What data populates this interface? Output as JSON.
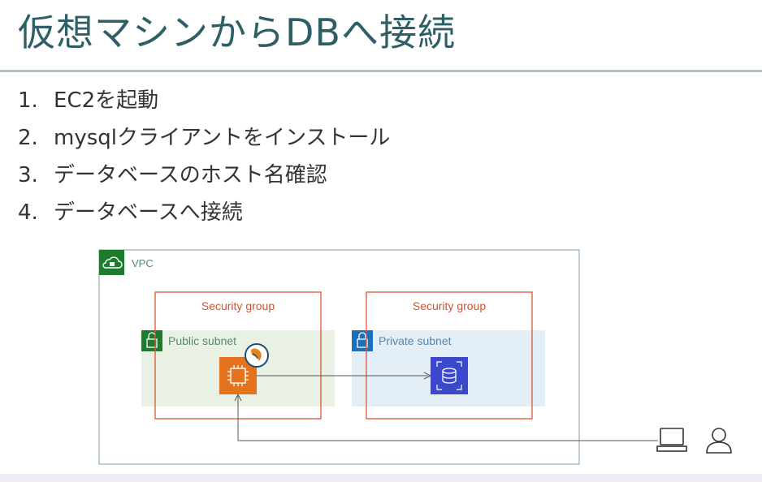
{
  "slide": {
    "title": "仮想マシンからDBへ接続",
    "steps": [
      {
        "num": "1.",
        "text": "EC2を起動"
      },
      {
        "num": "2.",
        "text": "mysqlクライアントをインストール"
      },
      {
        "num": "3.",
        "text": "データベースのホスト名確認"
      },
      {
        "num": "4.",
        "text": "データベースへ接続"
      }
    ]
  },
  "diagram": {
    "vpc_label": "VPC",
    "left_sg_label": "Security group",
    "right_sg_label": "Security group",
    "public_subnet_label": "Public subnet",
    "private_subnet_label": "Private subnet",
    "icons": {
      "vpc": "cloud-lock-icon",
      "public_subnet": "lock-open-icon",
      "private_subnet": "lock-closed-icon",
      "ec2": "ec2-chip-icon",
      "mysql": "mysql-dolphin-icon",
      "rds": "rds-database-icon",
      "client": "laptop-icon",
      "user": "user-icon"
    },
    "colors": {
      "vpc_border": "#7d9db3",
      "vpc_icon_bg": "#1e7a2e",
      "security_group": "#e05533",
      "public_subnet_bg": "#e9f0e4",
      "public_subnet_icon": "#1e7a2e",
      "private_subnet_bg": "#e3eef6",
      "private_subnet_icon": "#1c6fb8",
      "ec2": "#e5721d",
      "rds": "#3b48cc",
      "text_green": "#5b8a6e",
      "text_blue": "#5a86a8"
    }
  }
}
